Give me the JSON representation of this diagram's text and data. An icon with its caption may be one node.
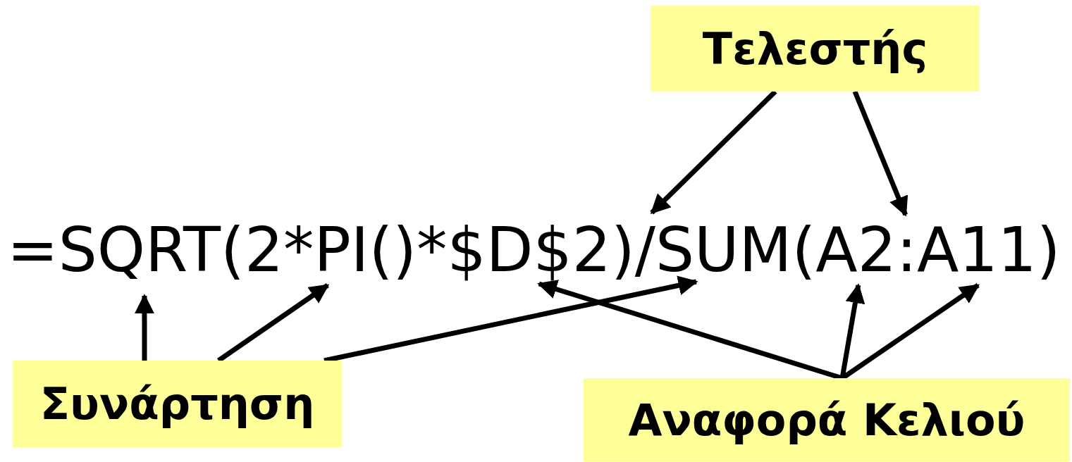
{
  "diagram": {
    "nodes": [
      {
        "text": [
          "Τελεστής"
        ]
      },
      {
        "text": [
          "Συνάρτηση"
        ]
      },
      {
        "text": [
          "Αναφορά Κελιού"
        ]
      },
      {
        "text": [
          "=SQRT(2*PI()*$D$2)/SUM(A2:A11)"
        ]
      }
    ],
    "edges": [
      {
        "from": 0,
        "to": 3,
        "arrow": "to"
      },
      {
        "from": 0,
        "to": 3,
        "arrow": "to"
      },
      {
        "from": 1,
        "to": 3,
        "arrow": "to"
      },
      {
        "from": 1,
        "to": 3,
        "arrow": "to"
      },
      {
        "from": 1,
        "to": 3,
        "arrow": "to"
      },
      {
        "from": 2,
        "to": 3,
        "arrow": "to"
      },
      {
        "from": 2,
        "to": 3,
        "arrow": "to"
      },
      {
        "from": 2,
        "to": 3,
        "arrow": "to"
      }
    ]
  }
}
